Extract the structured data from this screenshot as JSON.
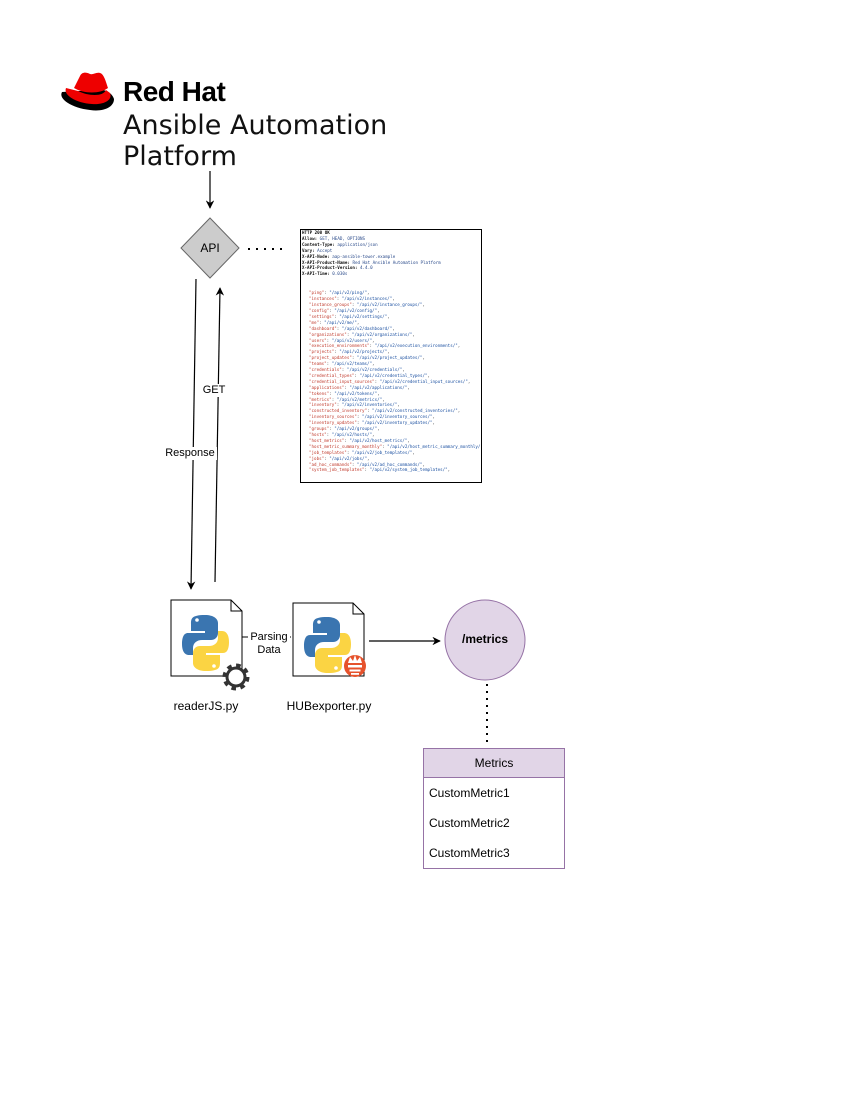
{
  "logo": {
    "brand": "Red Hat",
    "product_lines": [
      "Ansible Automation",
      "Platform"
    ],
    "colors": {
      "hat": "#ee0000",
      "brim_shadow": "#000000"
    }
  },
  "api_node": {
    "label": "API",
    "fill": "#cccccc",
    "stroke": "#666666"
  },
  "api_response": {
    "headers": [
      {
        "key": "HTTP 200 OK",
        "value": ""
      },
      {
        "key": "Allow:",
        "value": "GET, HEAD, OPTIONS"
      },
      {
        "key": "Content-Type:",
        "value": "application/json"
      },
      {
        "key": "Vary:",
        "value": "Accept"
      },
      {
        "key": "X-API-Node:",
        "value": "aap-ansible-tower.example"
      },
      {
        "key": "X-API-Product-Name:",
        "value": "Red Hat Ansible Automation Platform"
      },
      {
        "key": "X-API-Product-Version:",
        "value": "4.4.0"
      },
      {
        "key": "X-API-Time:",
        "value": "0.030s"
      }
    ],
    "body": [
      {
        "key": "\"ping\"",
        "value": "\"/api/v2/ping/\""
      },
      {
        "key": "\"instances\"",
        "value": "\"/api/v2/instances/\""
      },
      {
        "key": "\"instance_groups\"",
        "value": "\"/api/v2/instance_groups/\""
      },
      {
        "key": "\"config\"",
        "value": "\"/api/v2/config/\""
      },
      {
        "key": "\"settings\"",
        "value": "\"/api/v2/settings/\""
      },
      {
        "key": "\"me\"",
        "value": "\"/api/v2/me/\""
      },
      {
        "key": "\"dashboard\"",
        "value": "\"/api/v2/dashboard/\""
      },
      {
        "key": "\"organizations\"",
        "value": "\"/api/v2/organizations/\""
      },
      {
        "key": "\"users\"",
        "value": "\"/api/v2/users/\""
      },
      {
        "key": "\"execution_environments\"",
        "value": "\"/api/v2/execution_environments/\""
      },
      {
        "key": "\"projects\"",
        "value": "\"/api/v2/projects/\""
      },
      {
        "key": "\"project_updates\"",
        "value": "\"/api/v2/project_updates/\""
      },
      {
        "key": "\"teams\"",
        "value": "\"/api/v2/teams/\""
      },
      {
        "key": "\"credentials\"",
        "value": "\"/api/v2/credentials/\""
      },
      {
        "key": "\"credential_types\"",
        "value": "\"/api/v2/credential_types/\""
      },
      {
        "key": "\"credential_input_sources\"",
        "value": "\"/api/v2/credential_input_sources/\""
      },
      {
        "key": "\"applications\"",
        "value": "\"/api/v2/applications/\""
      },
      {
        "key": "\"tokens\"",
        "value": "\"/api/v2/tokens/\""
      },
      {
        "key": "\"metrics\"",
        "value": "\"/api/v2/metrics/\""
      },
      {
        "key": "\"inventory\"",
        "value": "\"/api/v2/inventories/\""
      },
      {
        "key": "\"constructed_inventory\"",
        "value": "\"/api/v2/constructed_inventories/\""
      },
      {
        "key": "\"inventory_sources\"",
        "value": "\"/api/v2/inventory_sources/\""
      },
      {
        "key": "\"inventory_updates\"",
        "value": "\"/api/v2/inventory_updates/\""
      },
      {
        "key": "\"groups\"",
        "value": "\"/api/v2/groups/\""
      },
      {
        "key": "\"hosts\"",
        "value": "\"/api/v2/hosts/\""
      },
      {
        "key": "\"host_metrics\"",
        "value": "\"/api/v2/host_metrics/\""
      },
      {
        "key": "\"host_metric_summary_monthly\"",
        "value": "\"/api/v2/host_metric_summary_monthly/\""
      },
      {
        "key": "\"job_templates\"",
        "value": "\"/api/v2/job_templates/\""
      },
      {
        "key": "\"jobs\"",
        "value": "\"/api/v2/jobs/\""
      },
      {
        "key": "\"ad_hoc_commands\"",
        "value": "\"/api/v2/ad_hoc_commands/\""
      },
      {
        "key": "\"system_job_templates\"",
        "value": "\"/api/v2/system_job_templates/\""
      }
    ]
  },
  "edges": {
    "get_label": "GET",
    "response_label": "Response",
    "parsing_label": [
      "Parsing",
      "Data"
    ]
  },
  "reader_file": {
    "caption": "readerJS.py",
    "icon": "python-gear-icon"
  },
  "exporter_file": {
    "caption": "HUBexporter.py",
    "icon": "python-prometheus-icon"
  },
  "metrics_endpoint": {
    "label": "/metrics",
    "fill": "#e1d5e7",
    "stroke": "#9673a6"
  },
  "metrics_table": {
    "header": "Metrics",
    "rows": [
      "CustomMetric1",
      "CustomMetric2",
      "CustomMetric3"
    ]
  },
  "python_colors": {
    "blue": "#3a75b0",
    "yellow": "#fbd443"
  },
  "prometheus_color": "#e6522c"
}
